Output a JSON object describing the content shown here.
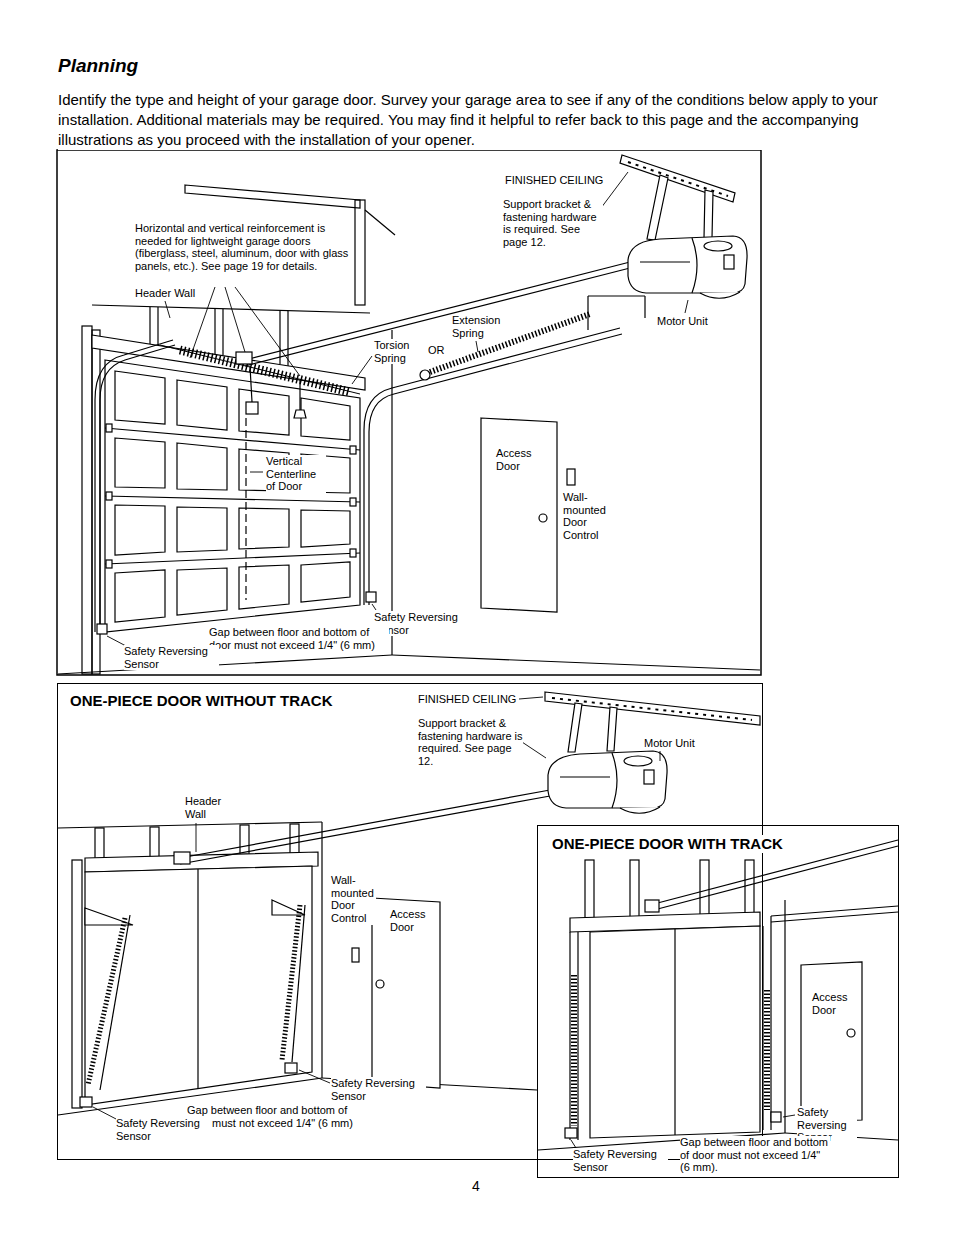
{
  "diagram": {
    "title": "Planning",
    "nodes": [
      {
        "text": [
          "ONE-PIECE DOOR WITHOUT TRACK"
        ]
      },
      {
        "text": [
          "ONE-PIECE DOOR WITH TRACK"
        ]
      }
    ],
    "labels": [
      "Identify the type and height of your garage door. Survey your garage area to see if any of the conditions below apply to your installation. Additional materials may be required. You may find it helpful to refer back to this page and the accompanying illustrations as you proceed with the installation of your opener.",
      "FINISHED CEILING",
      "Support bracket & fastening hardware is required. See page 12.",
      "Horizontal and vertical reinforcement is needed for lightweight garage doors (fiberglass, steel, aluminum, door with glass panels, etc.). See page 19 for details.",
      "Header Wall",
      "Extension Spring",
      "Torsion Spring",
      "OR",
      "Motor Unit",
      "Access Door",
      "Vertical Centerline of Door",
      "Wall- mounted Door Control",
      "Safety Reversing Sensor",
      "Gap between floor and bottom of door must not exceed 1/4\" (6 mm)",
      "Safety Reversing Sensor",
      "FINISHED CEILING",
      "Support bracket & fastening hardware is required. See page 12.",
      "Motor Unit",
      "Header Wall",
      "Wall- mounted Door Control",
      "Access Door",
      "Safety Reversing Sensor",
      "Gap between floor and bottom of door must not exceed 1/4\" (6 mm)",
      "Safety Reversing Sensor",
      "Access Door",
      "Safety Reversing Sensor",
      "Gap between floor and bottom of door must not exceed 1/4\" (6 mm).",
      "Safety Reversing Sensor",
      "4"
    ]
  }
}
